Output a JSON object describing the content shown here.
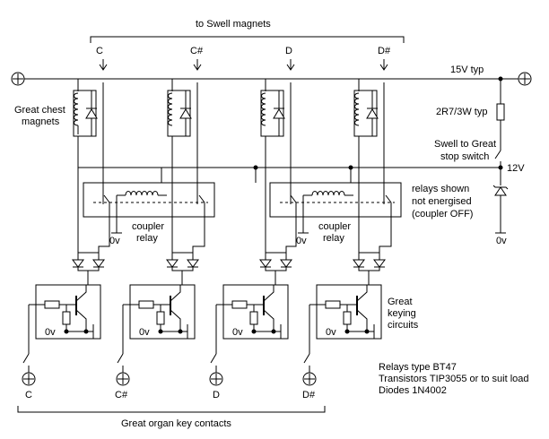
{
  "labels": {
    "swell_magnets": "to Swell magnets",
    "rail_15v": "15V typ",
    "resistor": "2R7/3W typ",
    "switch_line1": "Swell to Great",
    "switch_line2": "stop switch",
    "rail_12v": "12V",
    "chest_line1": "Great chest",
    "chest_line2": "magnets",
    "relays_note1": "relays shown",
    "relays_note2": "not energised",
    "relays_note3": "(coupler OFF)",
    "coupler1": "coupler",
    "relay1": "relay",
    "coupler2": "coupler",
    "relay2": "relay",
    "keying1": "Great",
    "keying2": "keying",
    "keying3": "circuits",
    "zero_v": "0v",
    "parts1": "Relays type BT47",
    "parts2": "Transistors TIP3055 or to suit load",
    "parts3": "Diodes 1N4002",
    "key_contacts": "Great organ key contacts"
  },
  "notes": [
    "C",
    "C#",
    "D",
    "D#"
  ]
}
